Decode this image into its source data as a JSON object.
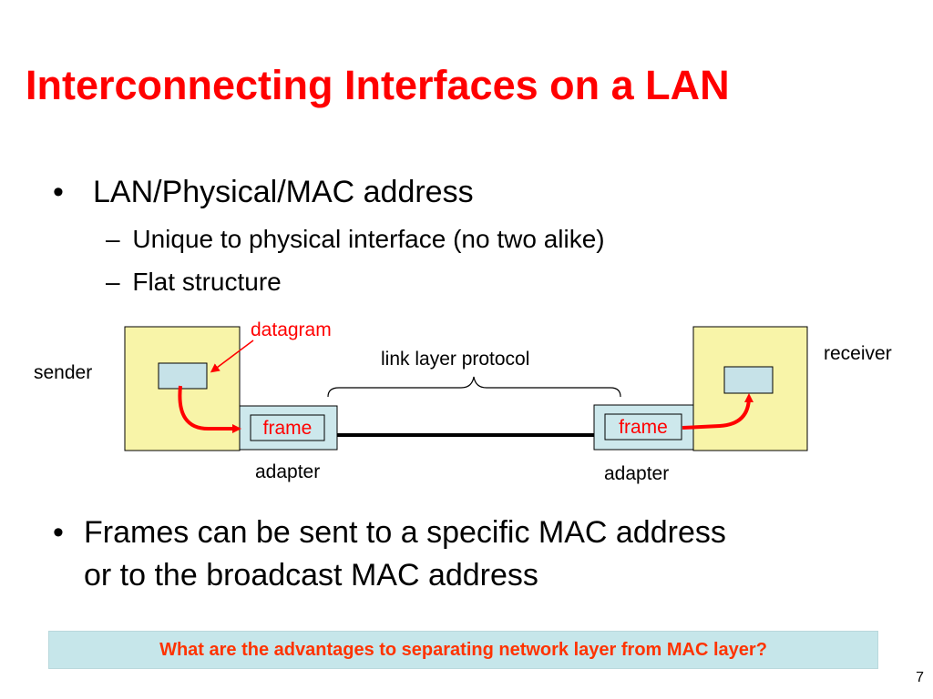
{
  "slide": {
    "title": "Interconnecting Interfaces on a LAN",
    "bullets": [
      {
        "dot": "•",
        "text": "LAN/Physical/MAC address",
        "subs": [
          {
            "dash": "–",
            "text": "Unique to physical interface (no two alike)"
          },
          {
            "dash": "–",
            "text": "Flat structure"
          }
        ]
      },
      {
        "dot": "•",
        "line1": "Frames can be sent to a specific MAC address",
        "line2": "or to the broadcast MAC address"
      }
    ],
    "question": "What are the advantages to separating network layer from MAC layer?",
    "page_number": "7"
  },
  "diagram": {
    "datagram_label": "datagram",
    "link_layer_label": "link layer protocol",
    "sender_label": "sender",
    "receiver_label": "receiver",
    "frame_left": "frame",
    "frame_right": "frame",
    "adapter_left": "adapter",
    "adapter_right": "adapter",
    "colors": {
      "host_fill": "#f8f4a8",
      "adapter_fill": "#cde8ec",
      "datagram_fill": "#c6e2e8",
      "arrow_red": "#ff0000",
      "title_red": "#ff0000"
    }
  }
}
